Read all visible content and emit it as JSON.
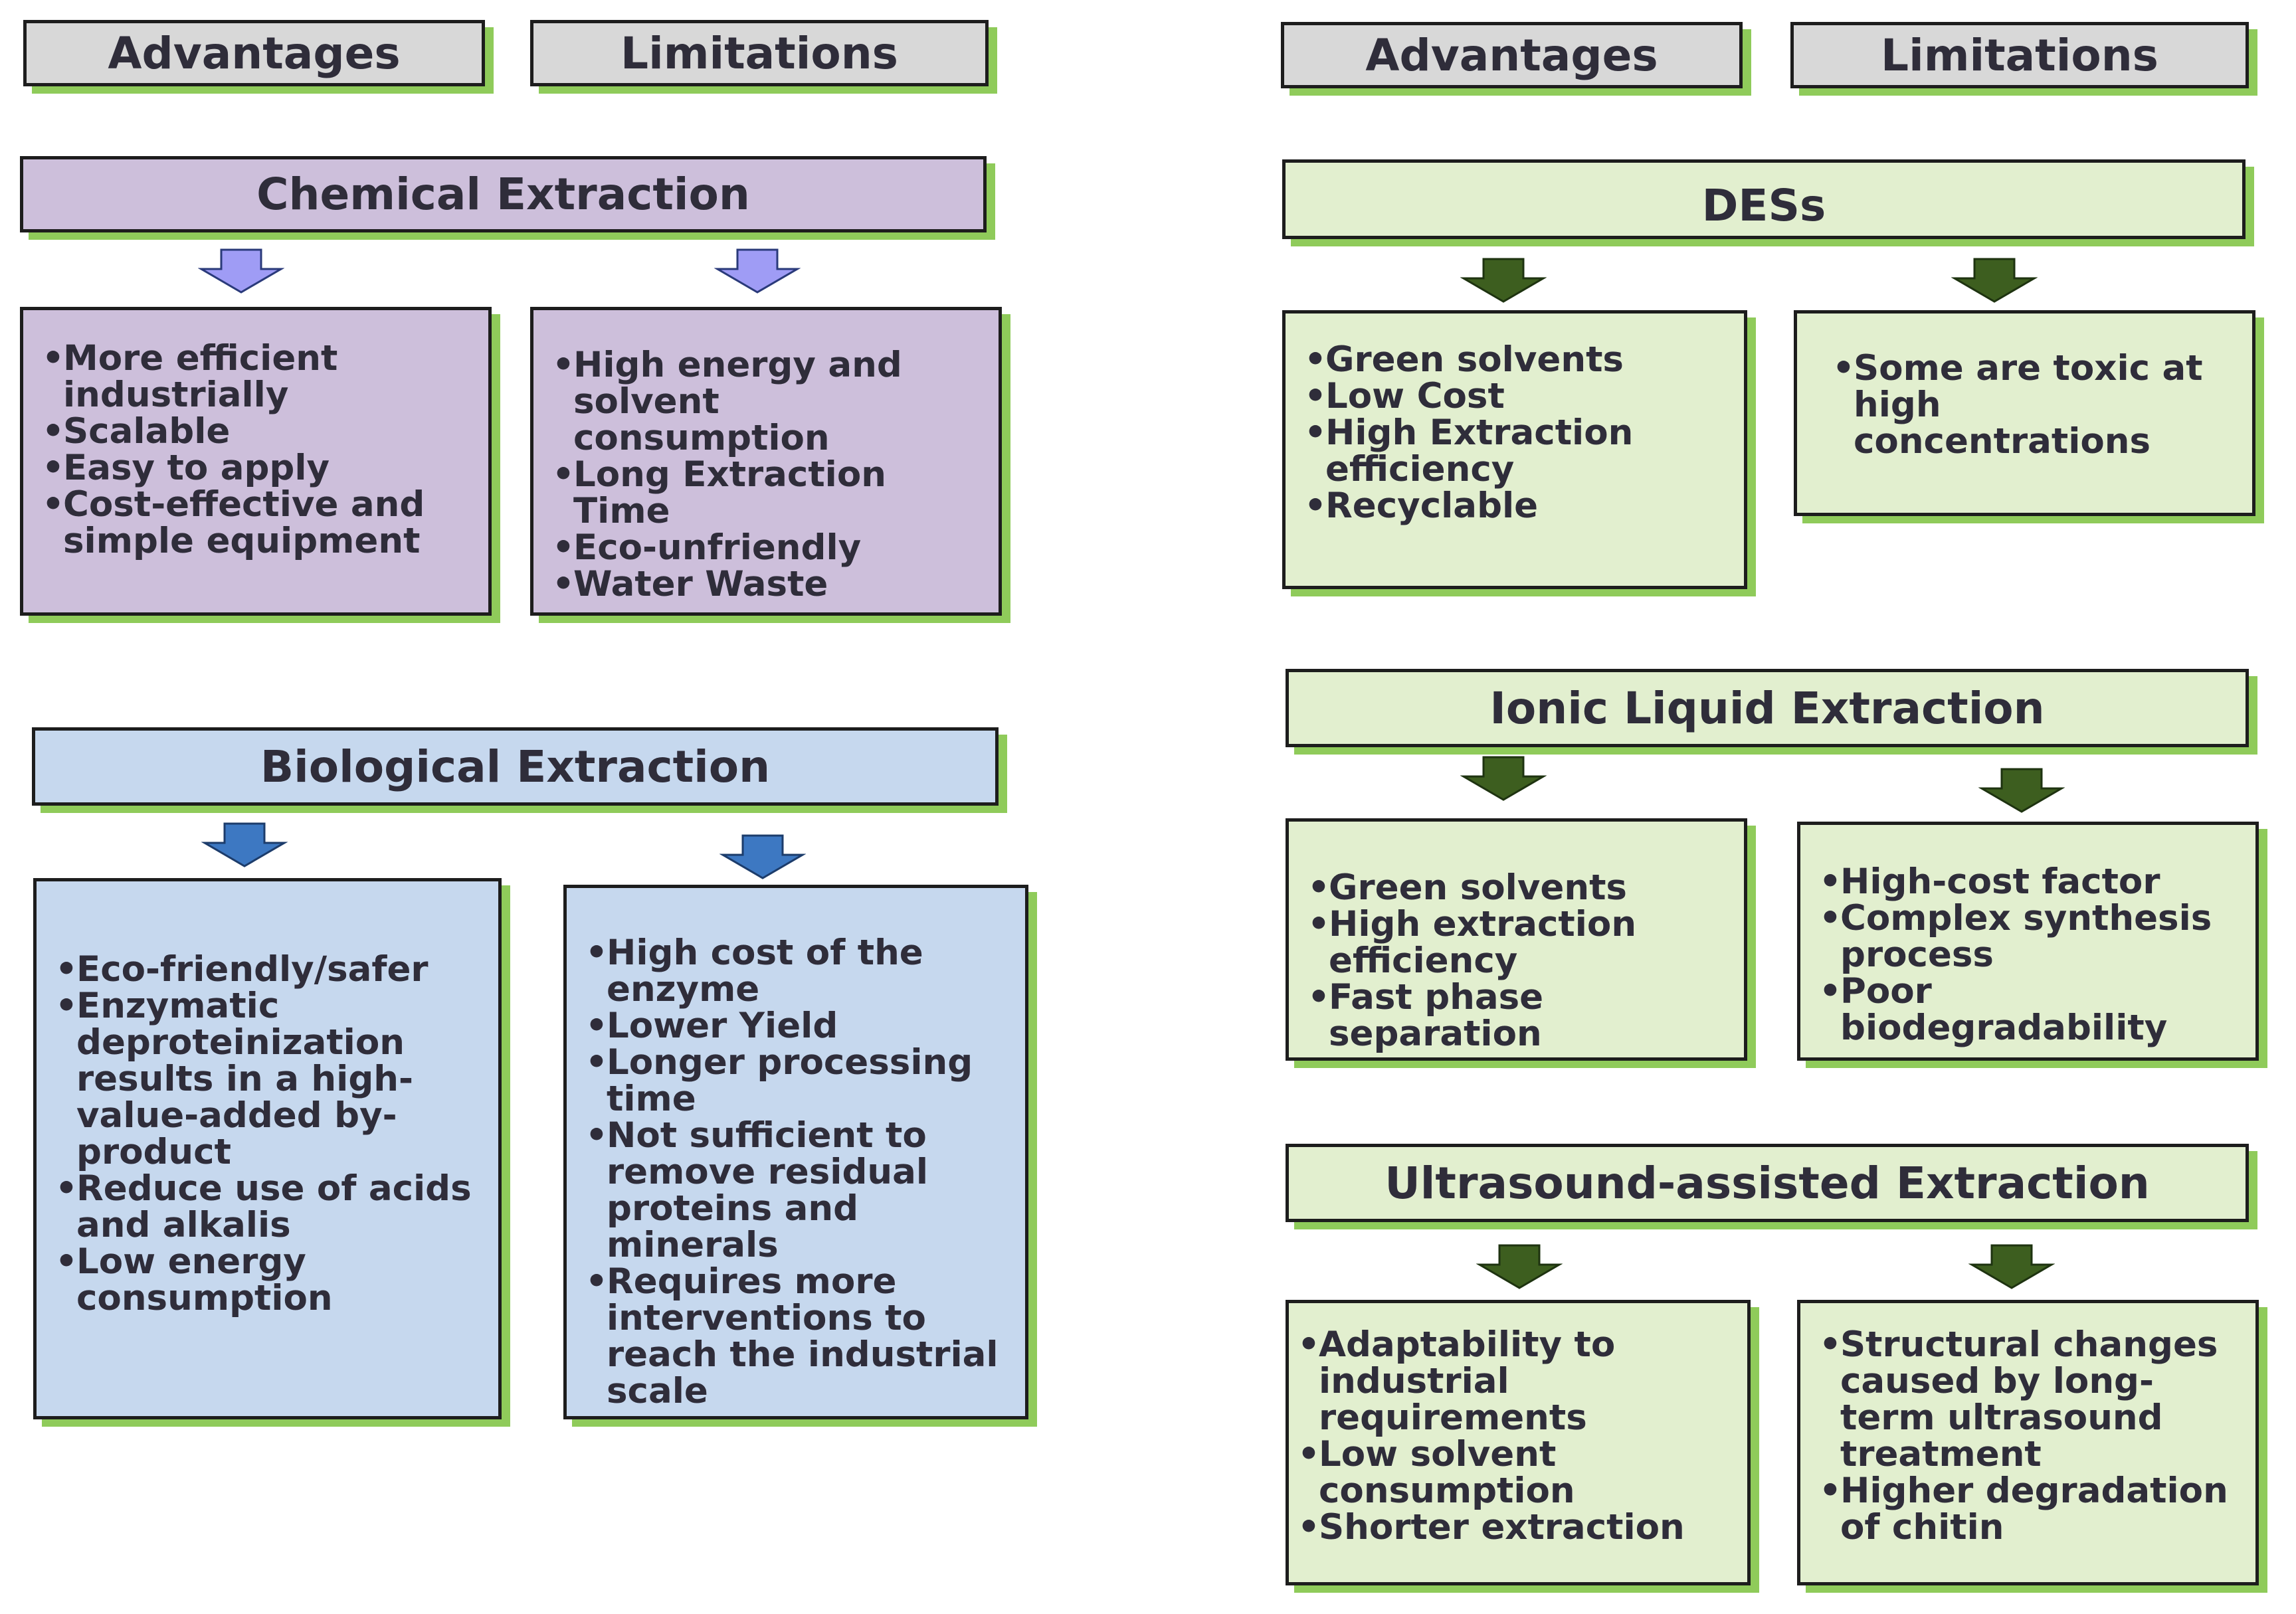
{
  "labels": {
    "advantages": "Advantages",
    "limitations": "Limitations"
  },
  "colors": {
    "chemical_fill": "#cdbfdb",
    "biological_fill": "#c6d8ee",
    "green_fill": "#e2efcf",
    "label_fill": "#d8d8d8",
    "shadow": "#8fcb5a",
    "chem_arrow": "#9f9cf5",
    "bio_arrow": "#3d78c2",
    "green_arrow": "#3d5e1f"
  },
  "chemical": {
    "title": "Chemical Extraction",
    "advantages": [
      "More efficient industrially",
      "Scalable",
      "Easy to apply",
      " Cost-effective and simple equipment"
    ],
    "limitations": [
      "High energy and solvent consumption",
      "Long Extraction Time",
      "Eco-unfriendly",
      "Water Waste"
    ]
  },
  "biological": {
    "title": "Biological Extraction",
    "advantages": [
      "Eco-friendly/safer",
      "Enzymatic deproteinization results in a high-value-added by-product",
      "Reduce use of acids and alkalis",
      "Low energy consumption"
    ],
    "limitations": [
      "High cost of the enzyme",
      "Lower Yield",
      "Longer processing time",
      "Not sufficient to remove residual proteins and minerals",
      "Requires more interventions to reach the industrial scale"
    ]
  },
  "des": {
    "title": "DESs",
    "advantages": [
      "Green solvents",
      "Low Cost",
      "High Extraction efficiency",
      " Recyclable"
    ],
    "limitations": [
      "Some are toxic at high concentrations"
    ]
  },
  "ionic": {
    "title": "Ionic Liquid Extraction",
    "advantages": [
      "Green solvents",
      "High extraction efficiency",
      "Fast phase separation"
    ],
    "limitations": [
      "High-cost factor",
      "Complex synthesis process",
      "Poor biodegradability"
    ]
  },
  "ultrasound": {
    "title": "Ultrasound-assisted Extraction",
    "advantages": [
      "Adaptability to industrial requirements",
      "Low solvent consumption",
      "Shorter extraction"
    ],
    "limitations": [
      "Structural changes caused by long-term ultrasound treatment",
      "Higher degradation of chitin"
    ]
  }
}
